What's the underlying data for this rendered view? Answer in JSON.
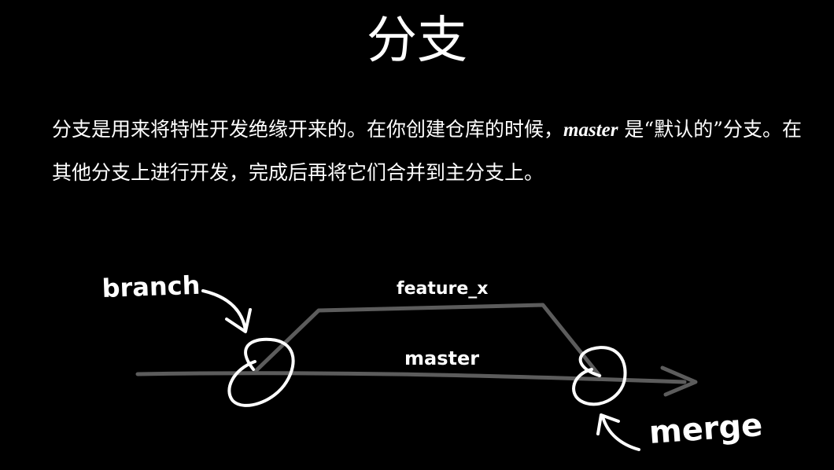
{
  "slide": {
    "title": "分支",
    "body_part1": "分支是用来将特性开发绝缘开来的。在你创建仓库的时候，",
    "body_emphasis": "master",
    "body_part2": " 是“默认的”分支。在其他分支上进行开发，完成后再将它们合并到主分支上。"
  },
  "diagram": {
    "label_branch": "branch",
    "label_feature": "feature_x",
    "label_master": "master",
    "label_merge": "merge",
    "colors": {
      "line": "#5c5c5c",
      "marker": "#ffffff"
    }
  }
}
